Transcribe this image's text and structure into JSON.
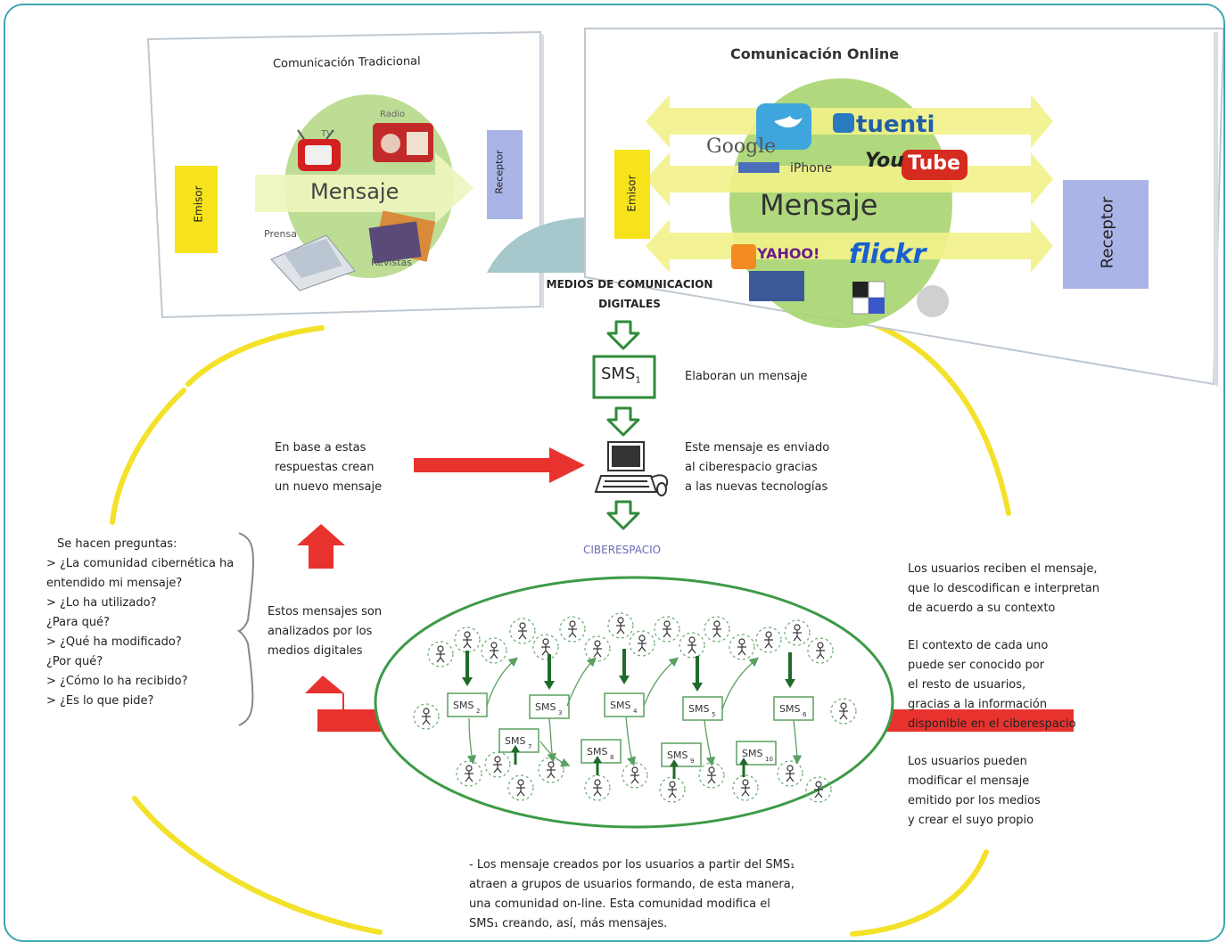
{
  "panels": {
    "traditional": {
      "title": "Comunicación Tradicional",
      "emisor": "Emisor",
      "receptor": "Receptor",
      "mensaje": "Mensaje",
      "media": {
        "tv": "TV",
        "radio": "Radio",
        "prensa": "Prensa",
        "revistas": "Revistas"
      }
    },
    "online": {
      "title": "Comunicación Online",
      "emisor": "Emisor",
      "receptor": "Receptor",
      "mensaje": "Mensaje",
      "brands": {
        "tuenti": "tuenti",
        "google": "Google",
        "iphone": "iPhone",
        "you": "You",
        "tube": "Tube",
        "yahoo": "YAHOO!",
        "flickr": "flickr"
      }
    }
  },
  "flow": {
    "medios_title": "MEDIOS DE COMUNICACION\nDIGITALES",
    "sms1": "SMS",
    "sms1_sub": "1",
    "elaboran": "Elaboran un mensaje",
    "enviado": "Este mensaje es enviado\nal ciberespacio gracias\na las nuevas tecnologías",
    "ciberespacio": "CIBERESPACIO",
    "en_base": "En base a estas\nrespuestas crean\nun nuevo mensaje",
    "analizados": "Estos mensajes son\nanalizados por los\nmedios digitales"
  },
  "questions": {
    "intro": "Se hacen preguntas:",
    "items": [
      "> ¿La comunidad cibernética ha\n   entendido mi mensaje?",
      "> ¿Lo ha utilizado?\n   ¿Para qué?",
      "> ¿Qué ha modificado?\n   ¿Por qué?",
      "> ¿Cómo lo ha recibido?",
      "> ¿Es lo que pide?"
    ]
  },
  "right_notes": [
    "Los usuarios reciben el mensaje,\nque lo descodifican e interpretan\nde acuerdo a su contexto",
    "El contexto de cada uno\npuede ser conocido por\nel resto de usuarios,\ngracias a la información\ndisponible en el ciberespacio",
    "Los usuarios pueden\nmodificar el mensaje\nemitido por los medios\ny crear el suyo propio"
  ],
  "bottom_note": "- Los mensaje creados por los usuarios a partir del SMS₁\n  atraen a grupos de usuarios formando, de esta manera,\n  una comunidad on-line. Esta comunidad modifica el\n  SMS₁  creando, así, más mensajes.",
  "sms_boxes": [
    {
      "label": "SMS",
      "sub": "2"
    },
    {
      "label": "SMS",
      "sub": "3"
    },
    {
      "label": "SMS",
      "sub": "4"
    },
    {
      "label": "SMS",
      "sub": "5"
    },
    {
      "label": "SMS",
      "sub": "6"
    },
    {
      "label": "SMS",
      "sub": "7"
    },
    {
      "label": "SMS",
      "sub": "8"
    },
    {
      "label": "SMS",
      "sub": "9"
    },
    {
      "label": "SMS",
      "sub": "10"
    }
  ],
  "colors": {
    "frame": "#3fa7b3",
    "yellow": "#f3e12a",
    "red": "#e8322e",
    "green": "#2f8a3a",
    "ellipse": "#3d9a46",
    "ciber": "#6a6ab8"
  }
}
